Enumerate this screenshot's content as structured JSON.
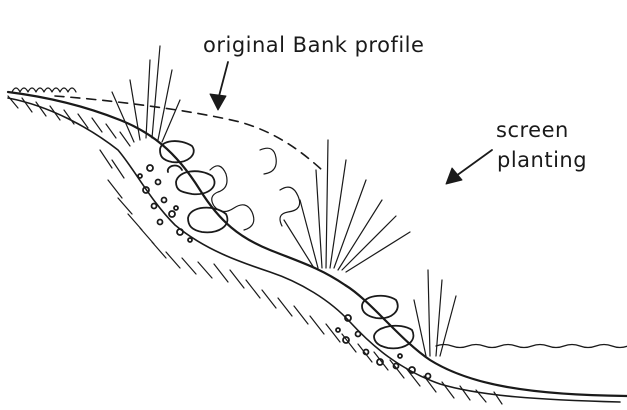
{
  "labels": {
    "original_bank_profile": "original Bank profile",
    "screen_line1": "screen",
    "screen_line2": "planting"
  },
  "colors": {
    "ink": "#1a1a1a",
    "paper": "#ffffff"
  }
}
